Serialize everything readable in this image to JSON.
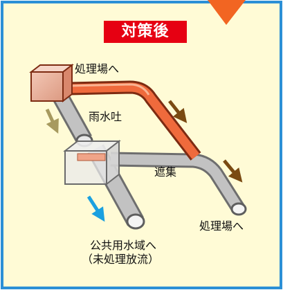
{
  "title": "対策後",
  "labels": {
    "treatment_top": "処理場へ",
    "rain_outlet": "雨水吐",
    "interception": "遮集",
    "treatment_right": "処理場へ",
    "public_water_line1": "公共用水域へ",
    "public_water_line2": "（未処理放流）"
  },
  "colors": {
    "background": "#fffbd6",
    "frame": "#2b8fd6",
    "title_bg": "#e60012",
    "header_arrow": "#f26522",
    "hot_pipe": "#ef6a3c",
    "gray_pipe": "#b9b9b9",
    "flow_arrow_brown": "#7a4a12",
    "flow_arrow_olive": "#a79a5f",
    "flow_arrow_blue": "#1aa0e0"
  }
}
